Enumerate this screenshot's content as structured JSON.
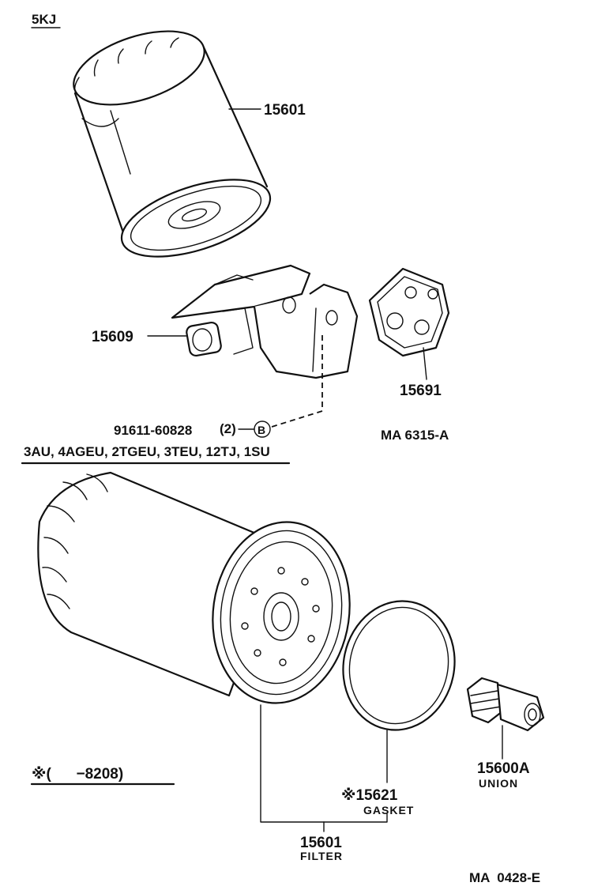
{
  "sections": {
    "top_heading": "5KJ",
    "bottom_heading": "3AU, 4AGEU, 2TGEU, 3TEU, 12TJ, 1SU"
  },
  "parts": {
    "top_filter": "15601",
    "filter_bracket": "15609",
    "bracket_gasket": "15691",
    "bolt_number": "91611-60828",
    "bolt_qty": "(2)",
    "bolt_ref": "B",
    "gasket_number": "※15621",
    "gasket_name": "GASKET",
    "filter_number": "15601",
    "filter_name": "FILTER",
    "union_number": "15600A",
    "union_name": "UNION"
  },
  "notes": {
    "date_note": "※(      −8208)"
  },
  "figure_codes": {
    "top": "MA 6315-A",
    "bottom": "MA  0428-E"
  }
}
